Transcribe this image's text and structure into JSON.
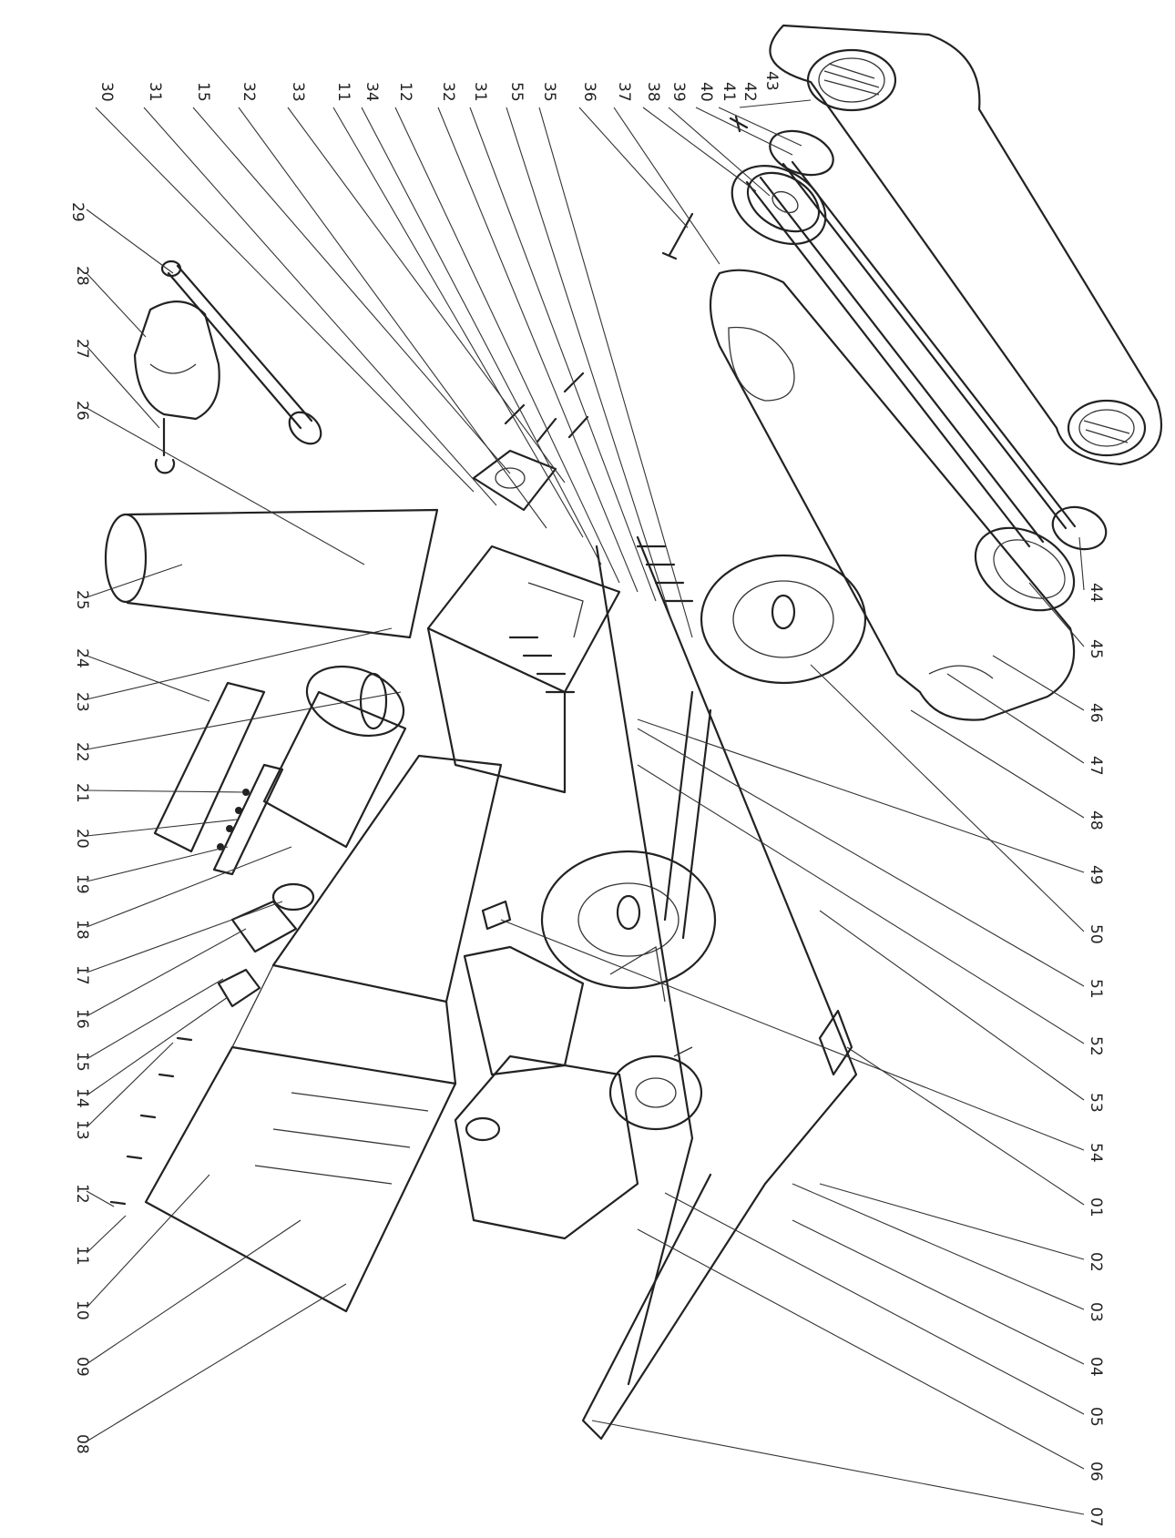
{
  "diagram": {
    "type": "exploded parts diagram",
    "top_labels": [
      "30",
      "31",
      "15",
      "32",
      "33",
      "11",
      "34",
      "12",
      "32",
      "31",
      "55",
      "35",
      "36",
      "37",
      "38",
      "39",
      "40",
      "41",
      "42",
      "43"
    ],
    "left_labels": [
      "29",
      "28",
      "27",
      "26",
      "25",
      "24",
      "23",
      "22",
      "21",
      "20",
      "19",
      "18",
      "17",
      "16",
      "15",
      "14",
      "13",
      "12",
      "11",
      "10",
      "09",
      "08"
    ],
    "right_labels": [
      "44",
      "45",
      "46",
      "47",
      "48",
      "49",
      "50",
      "51",
      "52",
      "53",
      "54",
      "01",
      "02",
      "03",
      "04",
      "05",
      "06",
      "07"
    ]
  },
  "colors": {
    "line": "#222222",
    "background": "#ffffff"
  }
}
